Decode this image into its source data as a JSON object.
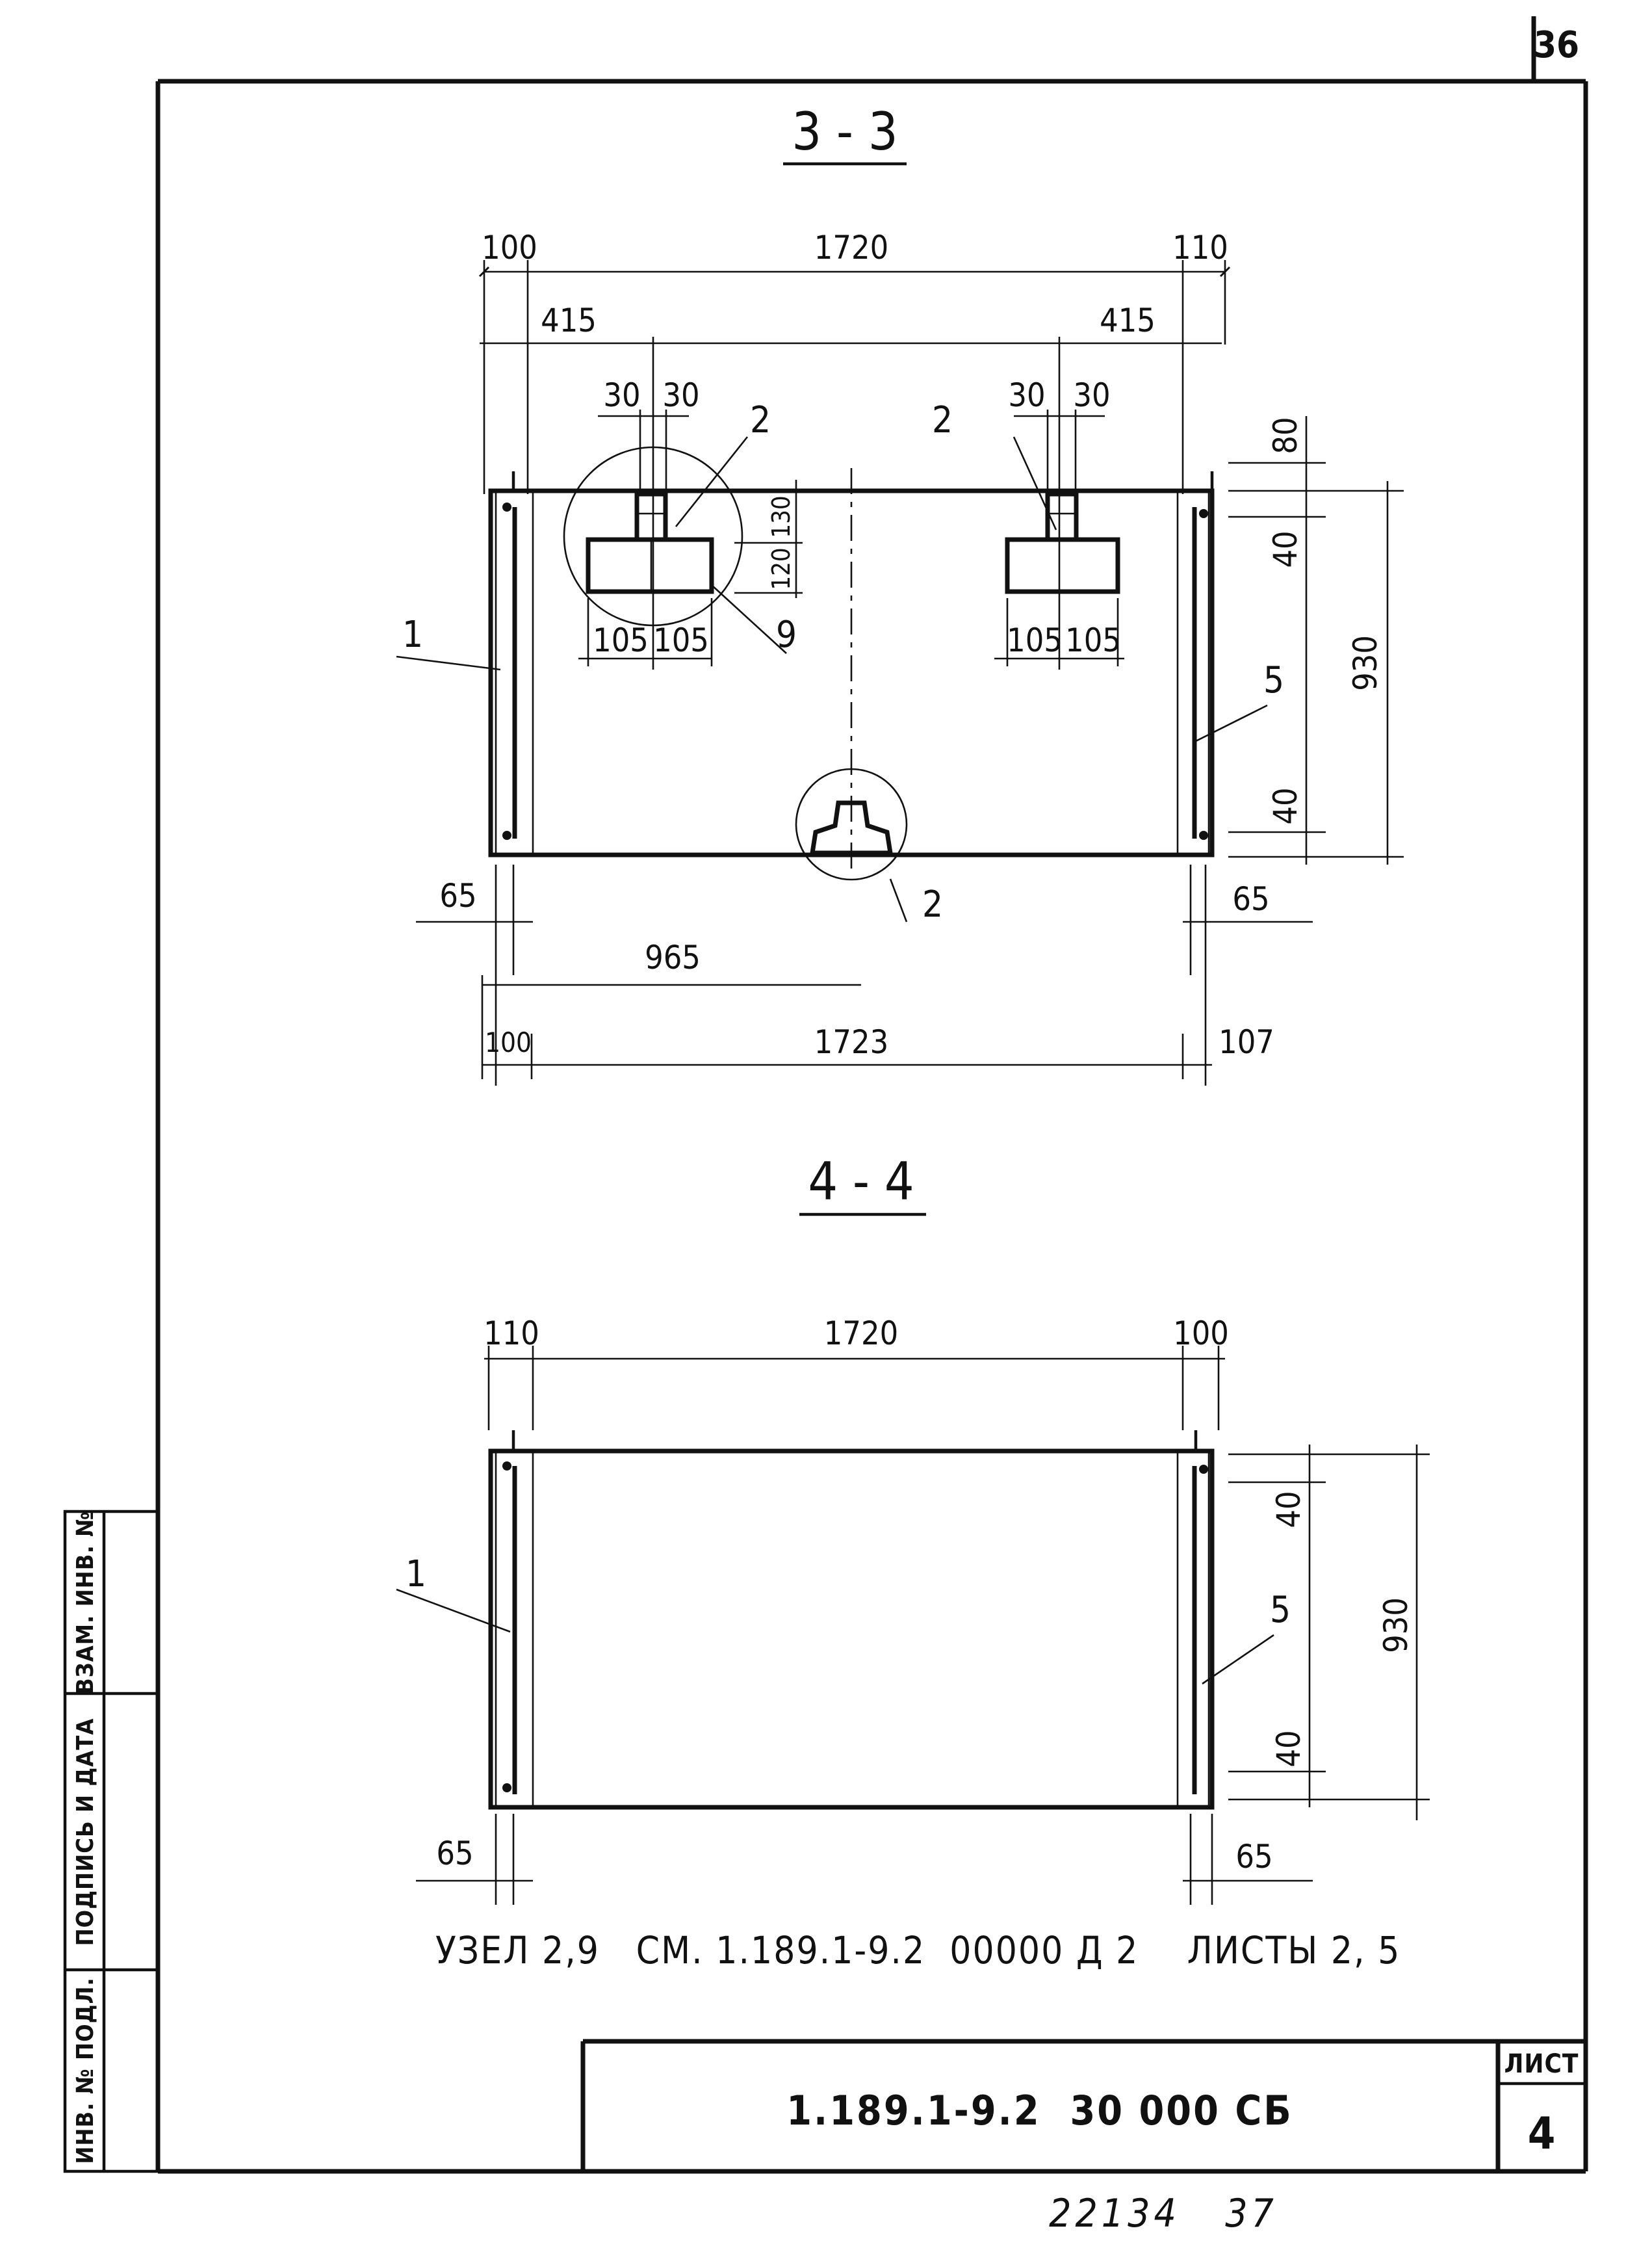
{
  "corner_page_number": "36",
  "section_3_3": {
    "title": "3 - 3",
    "dims_top": [
      "100",
      "1720",
      "110"
    ],
    "dims_second": [
      "415",
      "415"
    ],
    "dims_third_left": [
      "30",
      "30"
    ],
    "dims_third_right": [
      "30",
      "30"
    ],
    "dims_lower_left": [
      "105",
      "105"
    ],
    "dims_lower_right": [
      "105",
      "105"
    ],
    "dims_left_detail": [
      "130",
      "120"
    ],
    "dims_right_vertical": [
      "80",
      "40",
      "930",
      "40"
    ],
    "dims_bottom": [
      "65",
      "65",
      "965",
      "100",
      "1723",
      "107"
    ],
    "callouts": [
      "1",
      "2",
      "2",
      "9",
      "5",
      "2"
    ]
  },
  "section_4_4": {
    "title": "4 - 4",
    "dims_top": [
      "110",
      "1720",
      "100"
    ],
    "dims_right_vertical": [
      "40",
      "930",
      "40"
    ],
    "dims_bottom": [
      "65",
      "65"
    ],
    "callouts": [
      "1",
      "5"
    ]
  },
  "note": "УЗЕЛ 2,9   СМ. 1.189.1-9.2  00000 Д 2    ЛИСТЫ 2, 5",
  "title_block": {
    "designation": "1.189.1-9.2  30 000 СБ",
    "sheet_label": "ЛИСТ",
    "sheet_number": "4"
  },
  "side_stamp": {
    "inv_orig": "ИНВ. № ПОДЛ.",
    "sign_date": "ПОДПИСЬ И ДАТА",
    "replace_inv": "ВЗАМ. ИНВ. №"
  },
  "footer_handwritten": "22134   37"
}
